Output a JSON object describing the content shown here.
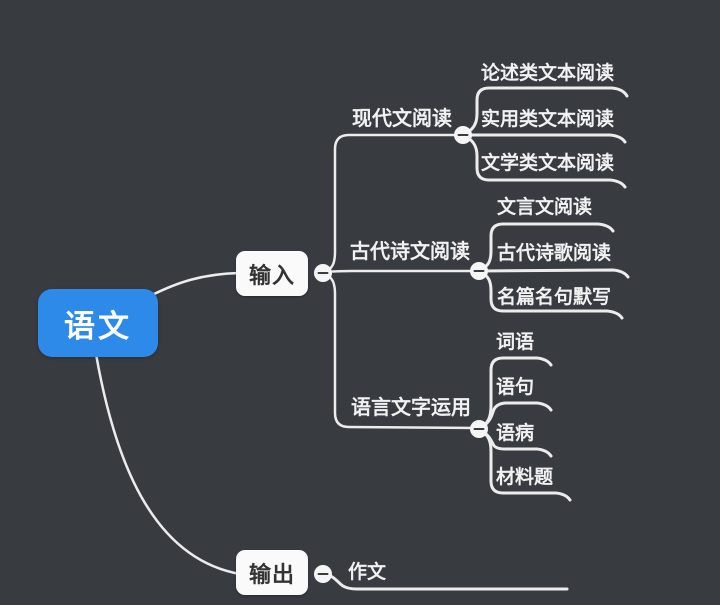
{
  "mindmap": {
    "root": {
      "label": "语文"
    },
    "input": {
      "label": "输入",
      "topics": [
        {
          "label": "现代文阅读",
          "children": [
            "论述类文本阅读",
            "实用类文本阅读",
            "文学类文本阅读"
          ]
        },
        {
          "label": "古代诗文阅读",
          "children": [
            "文言文阅读",
            "古代诗歌阅读",
            "名篇名句默写"
          ]
        },
        {
          "label": "语言文字运用",
          "children": [
            "词语",
            "语句",
            "语病",
            "材料题"
          ]
        }
      ]
    },
    "output": {
      "label": "输出",
      "topics": [
        {
          "label": "作文",
          "children": []
        }
      ]
    },
    "collapse_buttons": {
      "count": 5,
      "glyph": "minus"
    },
    "colors": {
      "background": "#383B40",
      "root_fill": "#2E8AE8",
      "root_text": "#FFFFFF",
      "node_fill": "#FAFAFA",
      "node_text": "#333333",
      "branch_text": "#F1F1F1",
      "line": "#ECECEC"
    }
  }
}
